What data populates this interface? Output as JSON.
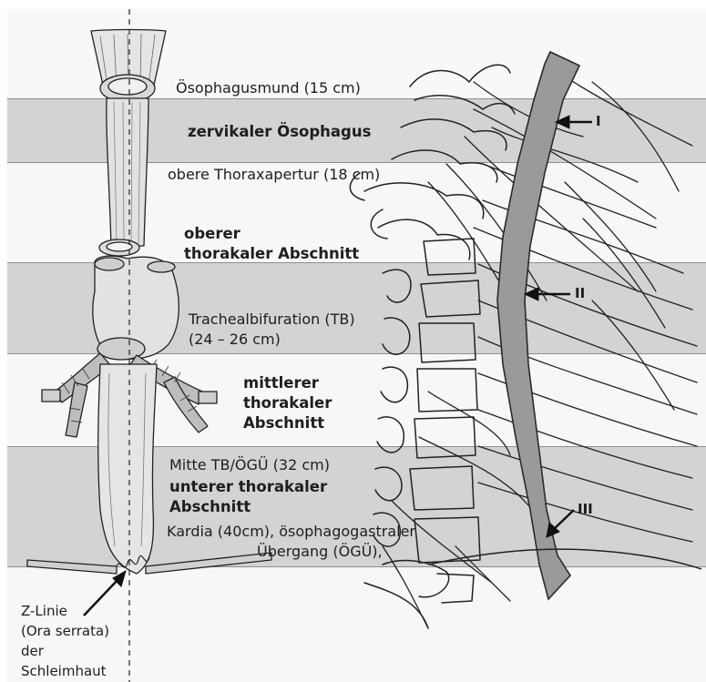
{
  "labels": {
    "oesophagusmund": "Ösophagusmund (15 cm)",
    "zervikaler": "zervikaler Ösophagus",
    "obere_thoraxapertur": "obere Thoraxapertur (18 cm)",
    "oberer_1": "oberer",
    "oberer_2": "thorakaler Abschnitt",
    "trachealbifuration_1": "Trachealbifuration (TB)",
    "trachealbifuration_2": "(24 – 26 cm)",
    "mittlerer_1": "mittlerer",
    "mittlerer_2": "thorakaler",
    "mittlerer_3": "Abschnitt",
    "mitte": "Mitte TB/ÖGÜ (32 cm)",
    "unterer_1": "unterer thorakaler",
    "unterer_2": "Abschnitt",
    "kardia_1": "Kardia (40cm), ösophagogastraler",
    "kardia_2": "Übergang (ÖGÜ),",
    "zlinie_1": "Z-Linie",
    "zlinie_2": "(Ora serrata)",
    "zlinie_3": "der",
    "zlinie_4": "Schleimhaut"
  },
  "arrows": {
    "one": "I",
    "two": "II",
    "three": "III"
  },
  "colors": {
    "band_dark": "#d3d3d3",
    "band_light": "#f7f7f6",
    "esophagus_fill": "#9a9a9a",
    "organ_fill": "#e2e2e2"
  }
}
